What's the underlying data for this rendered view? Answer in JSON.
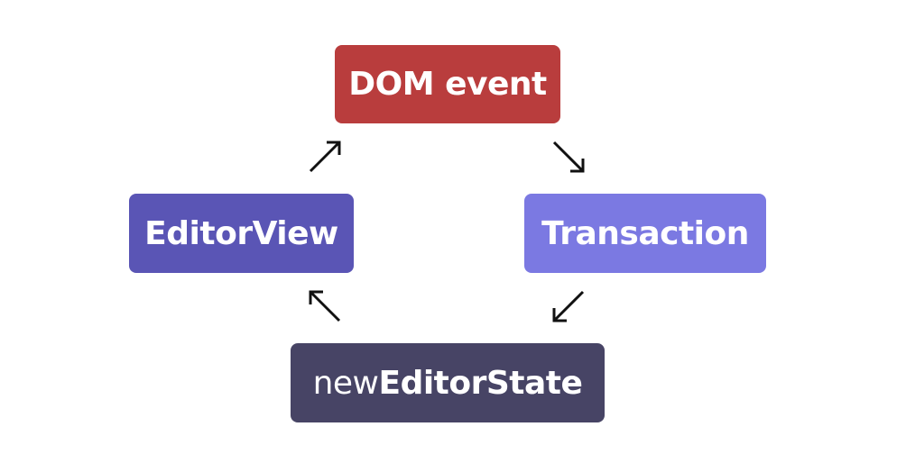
{
  "nodes": {
    "dom_event": {
      "label": "DOM event",
      "color": "#b93d3d"
    },
    "transaction": {
      "label": "Transaction",
      "color": "#7b79e2"
    },
    "editor_view": {
      "label": "EditorView",
      "color": "#5a55b5"
    },
    "new_editor_state": {
      "prefix": "new ",
      "label": "EditorState",
      "color": "#474465"
    }
  },
  "arrow_color": "#111111"
}
